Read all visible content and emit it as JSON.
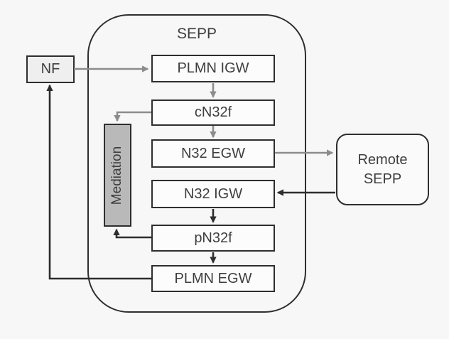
{
  "title": "SEPP",
  "nodes": {
    "nf": {
      "label": "NF"
    },
    "plmn_igw": {
      "label": "PLMN IGW"
    },
    "cn32f": {
      "label": "cN32f"
    },
    "n32_egw": {
      "label": "N32 EGW"
    },
    "n32_igw": {
      "label": "N32 IGW"
    },
    "pn32f": {
      "label": "pN32f"
    },
    "plmn_egw": {
      "label": "PLMN EGW"
    },
    "mediation": {
      "label": "Mediation"
    },
    "remote_sepp": {
      "label": "Remote SEPP"
    }
  },
  "edges": [
    {
      "from": "NF",
      "to": "PLMN IGW",
      "color": "#8c8c8c"
    },
    {
      "from": "PLMN IGW",
      "to": "cN32f",
      "color": "#8c8c8c"
    },
    {
      "from": "cN32f",
      "to": "Mediation",
      "color": "#8c8c8c"
    },
    {
      "from": "cN32f",
      "to": "N32 EGW",
      "color": "#8c8c8c"
    },
    {
      "from": "N32 EGW",
      "to": "Remote SEPP",
      "color": "#8c8c8c"
    },
    {
      "from": "Remote SEPP",
      "to": "N32 IGW",
      "color": "#2e2e2e"
    },
    {
      "from": "N32 IGW",
      "to": "pN32f",
      "color": "#2e2e2e"
    },
    {
      "from": "pN32f",
      "to": "Mediation",
      "color": "#2e2e2e"
    },
    {
      "from": "pN32f",
      "to": "PLMN EGW",
      "color": "#2e2e2e"
    },
    {
      "from": "PLMN EGW",
      "to": "NF",
      "color": "#2e2e2e"
    }
  ],
  "colors": {
    "background": "#f7f7f7",
    "node_fill": "#fcfcfc",
    "nf_fill": "#efefef",
    "remote_fill": "#fafafa",
    "mediation_fill": "#b9b9b9",
    "border": "#2e2e2e",
    "text": "#3e3e3e",
    "gray_arrow": "#8c8c8c"
  }
}
